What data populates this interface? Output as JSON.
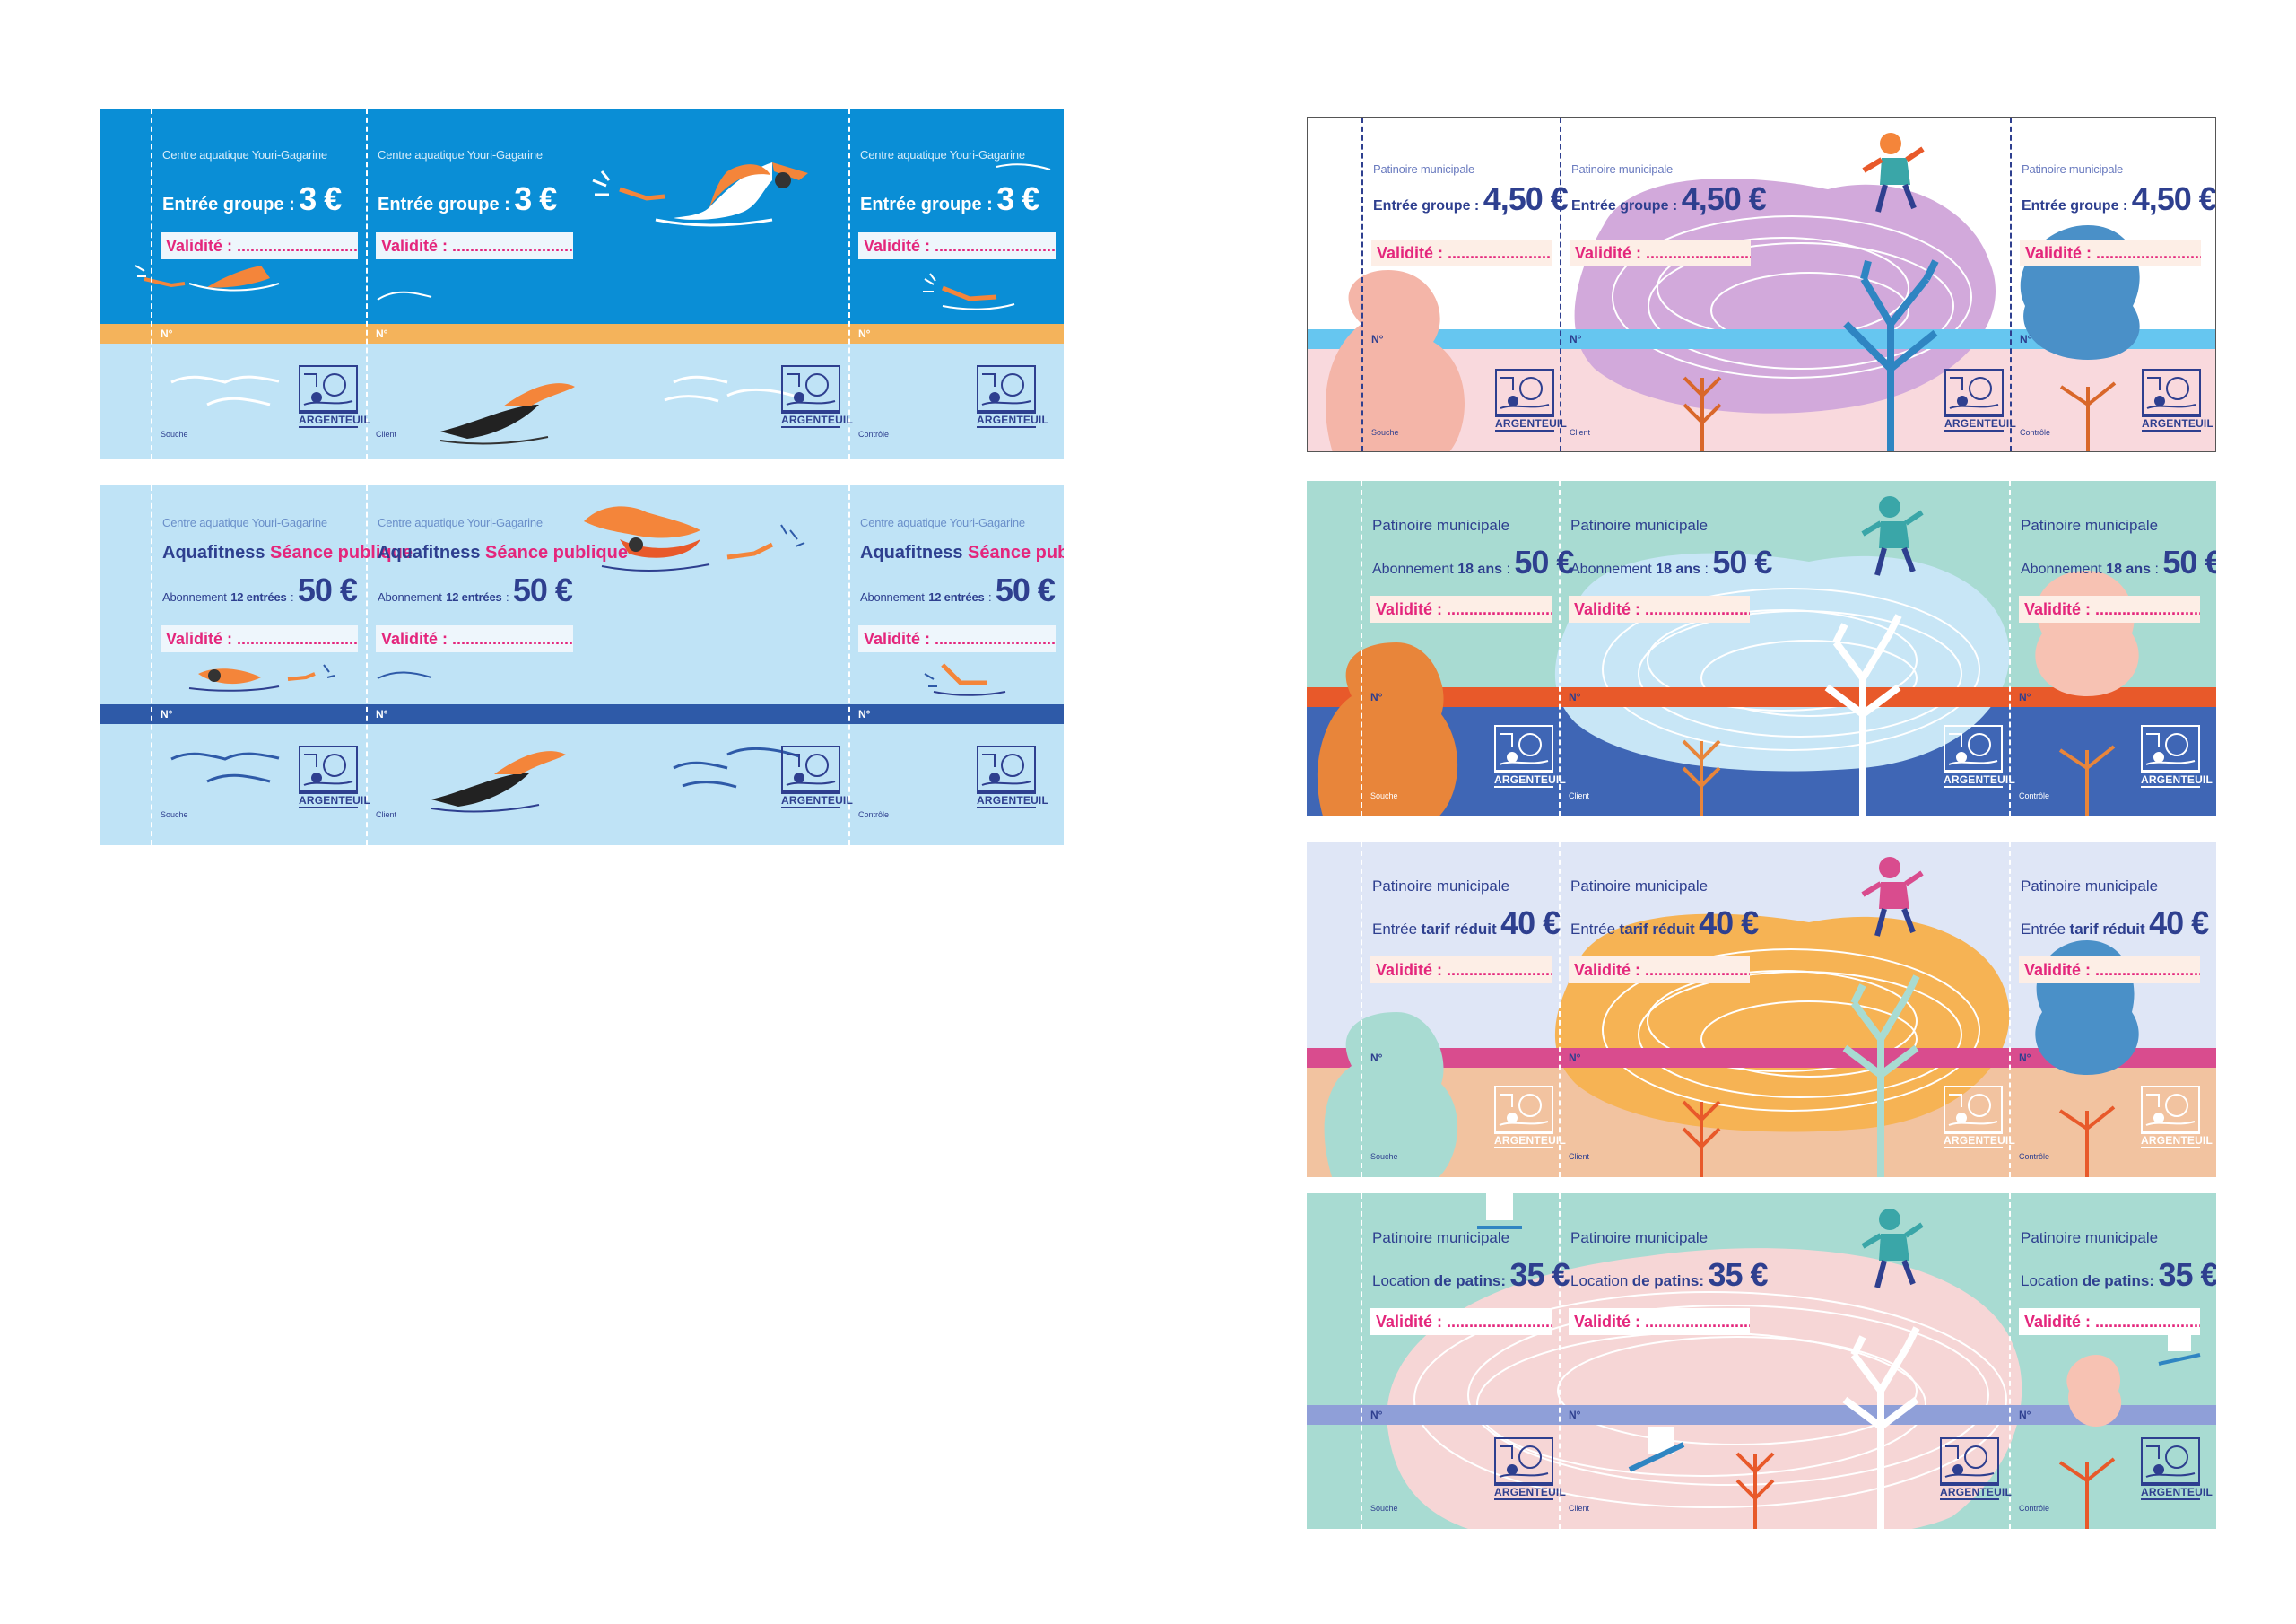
{
  "sheet": {
    "ticket_cols": [
      "Souche",
      "Client",
      "Contrôle"
    ],
    "validity_label": "Validité : ..............................",
    "number_label": "N°",
    "logo_text": "ARGENTEUIL",
    "swim1": {
      "venue": "Centre aquatique Youri-Gagarine",
      "entry_label": "Entrée groupe :",
      "price": "3 €"
    },
    "swim2": {
      "venue": "Centre aquatique Youri-Gagarine",
      "activity": "Aquafitness",
      "session": "Séance publique",
      "sub_label": "Abonnement",
      "sub_count": "12 entrées",
      "sub_colon": ":",
      "price": "50 €"
    },
    "ice1": {
      "venue": "Patinoire municipale",
      "entry_label": "Entrée groupe :",
      "price": "4,50 €"
    },
    "ice2": {
      "venue": "Patinoire municipale",
      "sub_label": "Abonnement",
      "sub_age": "18 ans",
      "sub_colon": ":",
      "price": "50 €"
    },
    "ice3": {
      "venue": "Patinoire municipale",
      "entry_label": "Entrée",
      "reduced": "tarif réduit",
      "price": "40 €"
    },
    "ice4": {
      "venue": "Patinoire municipale",
      "rental_label": "Location",
      "rental_item": "de patins:",
      "price": "35 €"
    }
  },
  "colors": {
    "navy": "#2e3f8f",
    "pink_text": "#e4267c",
    "swim1_top": "#0a8ed6",
    "swim1_bottom": "#bfe3f6",
    "swim1_band": "#f4b35b",
    "swim2_bg": "#bfe3f6",
    "swim2_band": "#2e5aa8",
    "ice1_band": "#66c6f0",
    "ice2_band": "#e8592a",
    "ice3_band": "#d94c8e",
    "ice4_band": "#8f9fd8"
  }
}
